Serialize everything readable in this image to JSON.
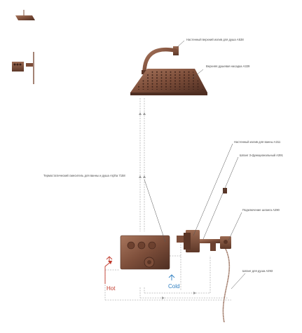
{
  "labels": {
    "shower_arm": "Настенный верхний излив для душа A538",
    "overhead_shower": "Верхняя душевая насадка A329",
    "wall_spout": "Настенный излив для ванны A311",
    "wall_outlet": "Шланг 3-функциональный A391",
    "thermostat": "Термостатический смеситель для ванны и душа Arpha 7158",
    "hose_connector": "Подключение шланга A290",
    "shower_hose": "Шланг для душа A293"
  },
  "flow": {
    "hot_label": "Hot",
    "cold_label": "Cold"
  },
  "colors": {
    "bronze": "#8a5a44",
    "bronze_dark": "#5a3526",
    "hot": "#c0392b",
    "cold": "#2f7fc1"
  }
}
